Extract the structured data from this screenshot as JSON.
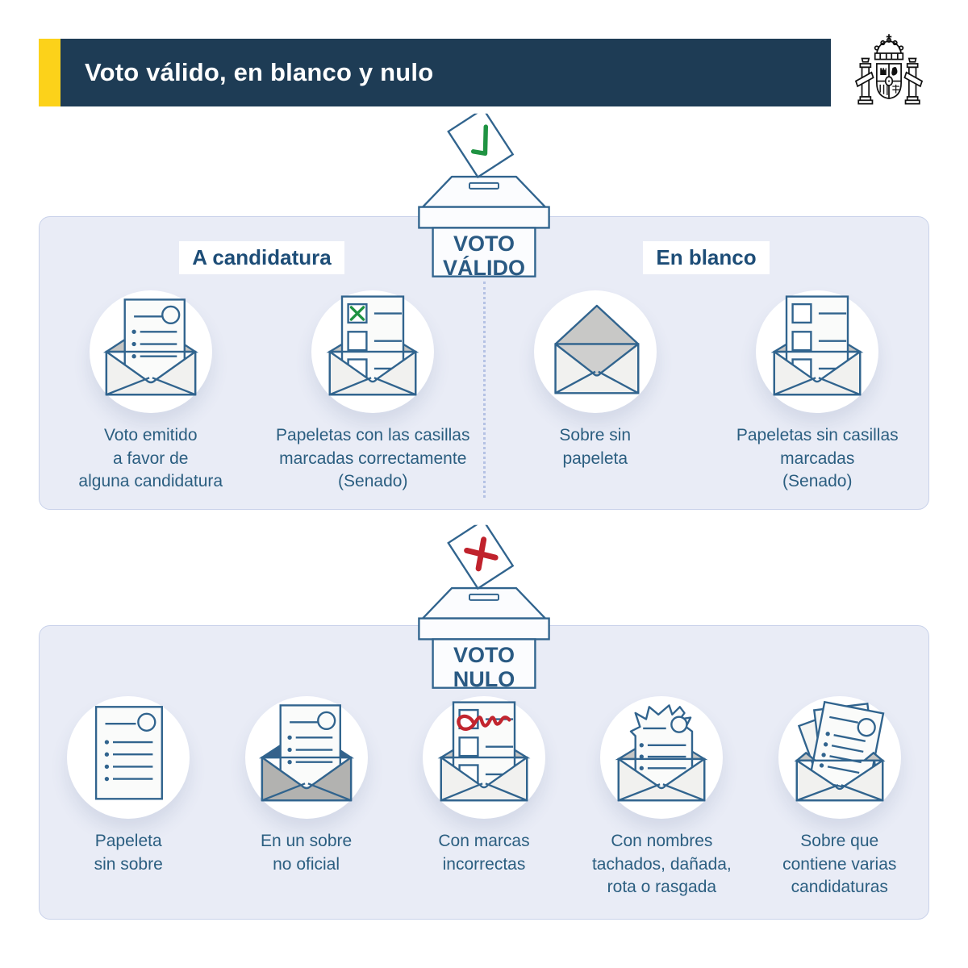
{
  "header": {
    "title": "Voto válido, en blanco y nulo",
    "emblem": "spain-coat-of-arms"
  },
  "valid": {
    "box_label": "VOTO VÁLIDO",
    "mark": "check",
    "groups": [
      {
        "heading": "A candidatura",
        "items": [
          {
            "icon": "envelope-open-ballot-icon",
            "caption": "Voto emitido\na favor de\nalguna candidatura"
          },
          {
            "icon": "envelope-ballot-checked-icon",
            "caption": "Papeletas con las casillas\nmarcadas correctamente\n(Senado)"
          }
        ]
      },
      {
        "heading": "En blanco",
        "items": [
          {
            "icon": "envelope-empty-open-icon",
            "caption": "Sobre sin\npapeleta"
          },
          {
            "icon": "envelope-ballot-unchecked-icon",
            "caption": "Papeletas sin casillas\nmarcadas\n(Senado)"
          }
        ]
      }
    ]
  },
  "nulo": {
    "box_label": "VOTO NULO",
    "mark": "cross",
    "items": [
      {
        "icon": "ballot-paper-icon",
        "caption": "Papeleta\nsin sobre"
      },
      {
        "icon": "envelope-unofficial-icon",
        "caption": "En un sobre\nno oficial"
      },
      {
        "icon": "envelope-ballot-scribble-icon",
        "caption": "Con marcas\nincorrectas"
      },
      {
        "icon": "envelope-ballot-torn-icon",
        "caption": "Con nombres\ntachados, dañada,\nrota o rasgada"
      },
      {
        "icon": "envelope-multiple-ballots-icon",
        "caption": "Sobre que\ncontiene varias\ncandidaturas"
      }
    ]
  },
  "colors": {
    "accent_yellow": "#fcd21a",
    "header_navy": "#1e3c55",
    "outline_blue": "#31648e",
    "text_blue": "#2b5e80",
    "check_green": "#1f9342",
    "cross_red": "#c0222c",
    "panel_bg": "#e9ecf6"
  }
}
